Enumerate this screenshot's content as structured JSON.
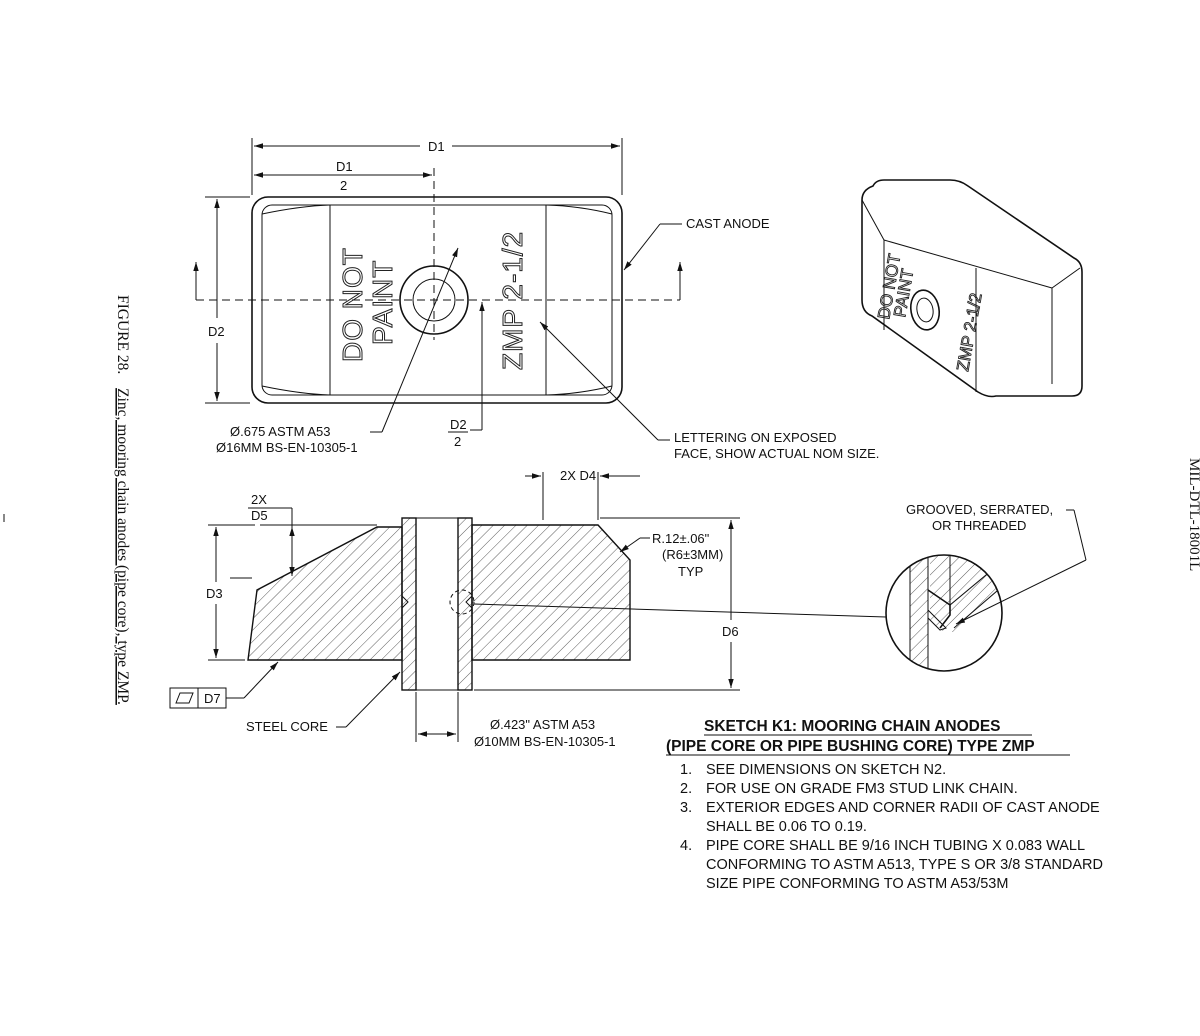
{
  "caption": {
    "figure_label": "FIGURE 28.",
    "figure_title": "Zinc, mooring chain anodes (pipe core), type ZMP."
  },
  "side_header": "MIL-DTL-18001L",
  "top_view": {
    "dim_d1": "D1",
    "dim_d1_half_num": "D1",
    "dim_d1_half_den": "2",
    "dim_d2": "D2",
    "dim_d2_half_num": "D2",
    "dim_d2_half_den": "2",
    "face_text_1": "DO NOT",
    "face_text_2": "PAINT",
    "face_text_3": "ZMP  2-1/2",
    "cast_anode": "CAST ANODE",
    "hole_spec_1": "Ø.675 ASTM A53",
    "hole_spec_2": "Ø16MM BS-EN-10305-1",
    "lettering_1": "LETTERING ON EXPOSED",
    "lettering_2": "FACE, SHOW ACTUAL NOM SIZE."
  },
  "iso_view": {
    "text_1": "DO NOT",
    "text_2": "PAINT",
    "text_3": "ZMP  2-1/2"
  },
  "section_view": {
    "dim_2x_d4": "2X D4",
    "dim_2x": "2X",
    "dim_d5": "D5",
    "dim_d3": "D3",
    "dim_d6": "D6",
    "radius_1": "R.12±.06\"",
    "radius_2": "(R6±3MM)",
    "radius_3": "TYP",
    "flatness_ref": "D7",
    "steel_core": "STEEL CORE",
    "bore_spec_1": "Ø.423\" ASTM A53",
    "bore_spec_2": "Ø10MM BS-EN-10305-1",
    "detail_1": "GROOVED, SERRATED,",
    "detail_2": "OR THREADED"
  },
  "notes": {
    "title_1": "SKETCH K1: MOORING CHAIN ANODES",
    "title_2": "(PIPE CORE OR PIPE BUSHING CORE) TYPE ZMP",
    "items": [
      {
        "num": "1.",
        "lines": [
          "SEE DIMENSIONS ON SKETCH N2."
        ]
      },
      {
        "num": "2.",
        "lines": [
          "FOR USE ON GRADE FM3 STUD LINK CHAIN."
        ]
      },
      {
        "num": "3.",
        "lines": [
          "EXTERIOR EDGES AND CORNER RADII OF CAST ANODE",
          "SHALL BE 0.06 TO 0.19."
        ]
      },
      {
        "num": "4.",
        "lines": [
          "PIPE CORE SHALL BE 9/16 INCH TUBING X 0.083 WALL",
          "CONFORMING TO ASTM A513, TYPE S OR 3/8 STANDARD",
          "SIZE PIPE CONFORMING TO ASTM A53/53M"
        ]
      }
    ]
  }
}
